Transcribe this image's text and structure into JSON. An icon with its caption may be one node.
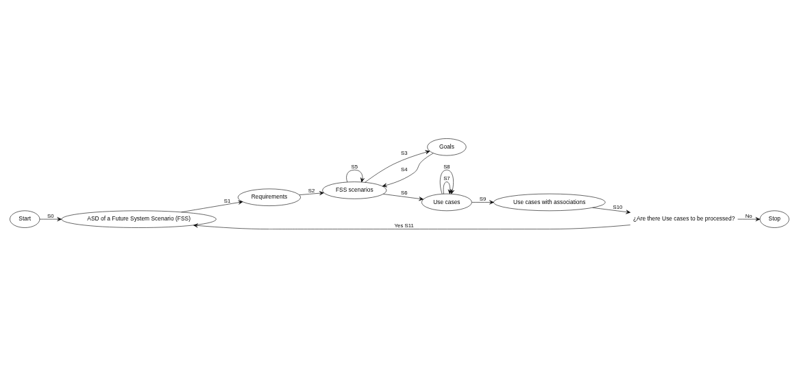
{
  "diagram": {
    "nodes": [
      {
        "text": [
          "Start"
        ]
      },
      {
        "text": [
          "ASD of a Future System Scenario (FSS)"
        ]
      },
      {
        "text": [
          "Requirements"
        ]
      },
      {
        "text": [
          "FSS scenarios"
        ]
      },
      {
        "text": [
          "Goals"
        ]
      },
      {
        "text": [
          "Use cases"
        ]
      },
      {
        "text": [
          "Use cases with associations"
        ]
      },
      {
        "text": [
          "¿Are there Use cases to be processed?"
        ]
      },
      {
        "text": [
          "Stop"
        ]
      }
    ],
    "edges": [
      {
        "from": 0,
        "to": 1,
        "arrow": "to",
        "label": "S0"
      },
      {
        "from": 1,
        "to": 2,
        "arrow": "to",
        "label": "S1"
      },
      {
        "from": 2,
        "to": 3,
        "arrow": "to",
        "label": "S2"
      },
      {
        "from": 3,
        "to": 3,
        "arrow": "to",
        "label": "S5"
      },
      {
        "from": 3,
        "to": 4,
        "arrow": "to",
        "label": "S3"
      },
      {
        "from": 4,
        "to": 3,
        "arrow": "to",
        "label": "S4"
      },
      {
        "from": 3,
        "to": 5,
        "arrow": "to",
        "label": "S6"
      },
      {
        "from": 5,
        "to": 5,
        "arrow": "to",
        "label": "S7"
      },
      {
        "from": 5,
        "to": 5,
        "arrow": "to",
        "label": "S8"
      },
      {
        "from": 5,
        "to": 6,
        "arrow": "to",
        "label": "S9"
      },
      {
        "from": 6,
        "to": 7,
        "arrow": "to",
        "label": "S10"
      },
      {
        "from": 7,
        "to": 1,
        "arrow": "to",
        "label": "Yes S11"
      },
      {
        "from": 7,
        "to": 8,
        "arrow": "to",
        "label": "No"
      }
    ]
  }
}
